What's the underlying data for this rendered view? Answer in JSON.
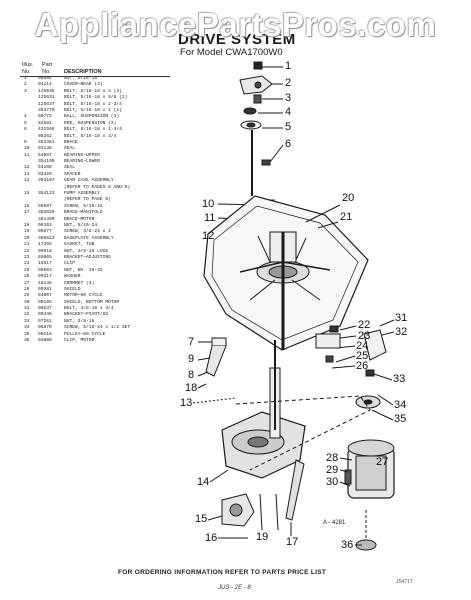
{
  "watermark": "AppliancePartsPros.com",
  "title": "DRIVE SYSTEM",
  "subtitle": "For Model CWA1700W0",
  "table_headers": {
    "illus": "Illus.",
    "no": "No.",
    "part": "Part",
    "part_no": "No.",
    "description": "DESCRIPTION"
  },
  "parts": [
    {
      "no": "1",
      "part": "98584",
      "desc": "NUT, 5/16-18"
    },
    {
      "no": "2",
      "part": "94114",
      "desc": "COVER—REAR (3)"
    },
    {
      "no": "3",
      "part": "125035",
      "desc": "BOLT, 5/16-18 x 3 (3)"
    },
    {
      "no": "",
      "part": "125631",
      "desc": "BOLT, 5/16-18 x 5/8 (2)"
    },
    {
      "no": "",
      "part": "125637",
      "desc": "BOLT, 5/16-18 x 2-3/4"
    },
    {
      "no": "",
      "part": "353779",
      "desc": "BOLT, 5/16-18 x 1 (1)"
    },
    {
      "no": "4",
      "part": "90772",
      "desc": "BALL, SUSPENSION (3)"
    },
    {
      "no": "5",
      "part": "62584",
      "desc": "ROD, SUSPENSION (3)"
    },
    {
      "no": "6",
      "part": "431599",
      "desc": "BOLT, 5/16-18 x 1-3/4"
    },
    {
      "no": "",
      "part": "98262",
      "desc": "BOLT, 5/16-18 x 3/4"
    },
    {
      "no": "8",
      "part": "353361",
      "desc": "BRACE"
    },
    {
      "no": "10",
      "part": "93138",
      "desc": "SEAL"
    },
    {
      "no": "11",
      "part": "54087",
      "desc": "BEARING—UPPER"
    },
    {
      "no": "",
      "part": "354190",
      "desc": "BEARING—LOWER"
    },
    {
      "no": "12",
      "part": "54108",
      "desc": "SEAL"
    },
    {
      "no": "13",
      "part": "93429",
      "desc": "SPACER"
    },
    {
      "no": "14",
      "part": "363107",
      "desc": "GEAR CASE ASSEMBLY"
    },
    {
      "no": "",
      "part": "",
      "desc": "(REFER TO PAGES 8 AND 9)"
    },
    {
      "no": "15",
      "part": "354133",
      "desc": "PUMP ASSEMBLY"
    },
    {
      "no": "",
      "part": "",
      "desc": "(REFER TO PAGE 6)"
    },
    {
      "no": "16",
      "part": "96607",
      "desc": "SCREW, 5/16-16"
    },
    {
      "no": "17",
      "part": "353020",
      "desc": "BRACE—MANIFOLD"
    },
    {
      "no": "",
      "part": "361499",
      "desc": "BRACE—MOTOR"
    },
    {
      "no": "18",
      "part": "96103",
      "desc": "NUT, 5/16-24"
    },
    {
      "no": "19",
      "part": "98877",
      "desc": "SCREW, 3/8-24 x 2"
    },
    {
      "no": "20",
      "part": "360523",
      "desc": "BASEPLATE ASSEMBLY"
    },
    {
      "no": "21",
      "part": "17205",
      "desc": "GASKET, TUB"
    },
    {
      "no": "22",
      "part": "96018",
      "desc": "NUT, 3/8-16 LOCK"
    },
    {
      "no": "23",
      "part": "65005",
      "desc": "BRACKET—ADJUSTING"
    },
    {
      "no": "24",
      "part": "18517",
      "desc": "CLIP"
    },
    {
      "no": "25",
      "part": "98603",
      "desc": "NUT, NO. 10-32"
    },
    {
      "no": "26",
      "part": "90317",
      "desc": "WASHER"
    },
    {
      "no": "27",
      "part": "18136",
      "desc": "GROMMET (4)"
    },
    {
      "no": "28",
      "part": "90381",
      "desc": "SHIELD"
    },
    {
      "no": "29",
      "part": "84007",
      "desc": "MOTOR—60 CYCLE"
    },
    {
      "no": "30",
      "part": "90165",
      "desc": "SHIELD, BOTTOM MOTOR"
    },
    {
      "no": "31",
      "part": "98537",
      "desc": "BOLT, 3/8-16 x 3/4"
    },
    {
      "no": "32",
      "part": "90346",
      "desc": "BRACKET—PIVOT/UG"
    },
    {
      "no": "33",
      "part": "97261",
      "desc": "NUT, 3/8-16"
    },
    {
      "no": "34",
      "part": "96879",
      "desc": "SCREW, 5/16-24 x 1/2 SET"
    },
    {
      "no": "35",
      "part": "90216",
      "desc": "PULLEY—60 CYCLE"
    },
    {
      "no": "36",
      "part": "93809",
      "desc": "CLIP, MOTOR"
    }
  ],
  "callouts": [
    "1",
    "2",
    "3",
    "4",
    "5",
    "6",
    "10",
    "11",
    "12",
    "20",
    "21",
    "22",
    "23",
    "24",
    "25",
    "26",
    "31",
    "32",
    "33",
    "34",
    "35",
    "7",
    "8",
    "9",
    "18",
    "13",
    "14",
    "15",
    "16",
    "19",
    "17",
    "28",
    "29",
    "30",
    "36",
    "27"
  ],
  "drawing_number": "A - 4281",
  "footer": "FOR ORDERING INFORMATION REFER TO PARTS PRICE LIST",
  "footer_scribble": "JUS - 2E - 8",
  "corner_mark": "154717"
}
